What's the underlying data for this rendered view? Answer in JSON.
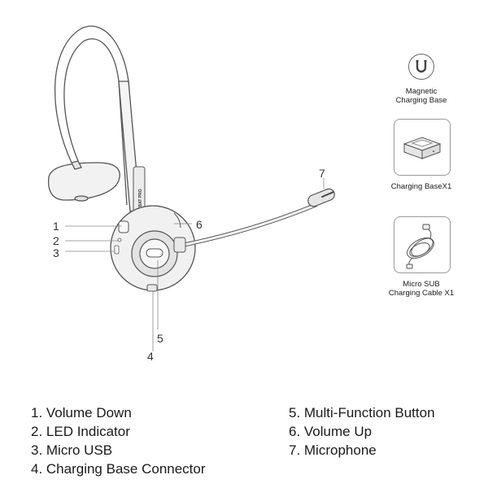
{
  "diagram": {
    "brand_text": "MYBAT PRO",
    "callouts": [
      "1",
      "2",
      "3",
      "4",
      "5",
      "6",
      "7"
    ]
  },
  "accessories": {
    "magnetic_base": [
      "Magnetic",
      "Charging Base"
    ],
    "charging_base": "Charging BaseX1",
    "cable": [
      "Micro SUB",
      "Charging Cable X1"
    ]
  },
  "legend": {
    "left": [
      "1. Volume Down",
      "2. LED Indicator",
      "3. Micro USB",
      "4. Charging Base Connector"
    ],
    "right": [
      "5. Multi-Function Button",
      "6. Volume Up",
      "7. Microphone"
    ]
  },
  "icons": [
    "magnet-icon",
    "charging-dock-icon",
    "usb-cable-icon"
  ]
}
